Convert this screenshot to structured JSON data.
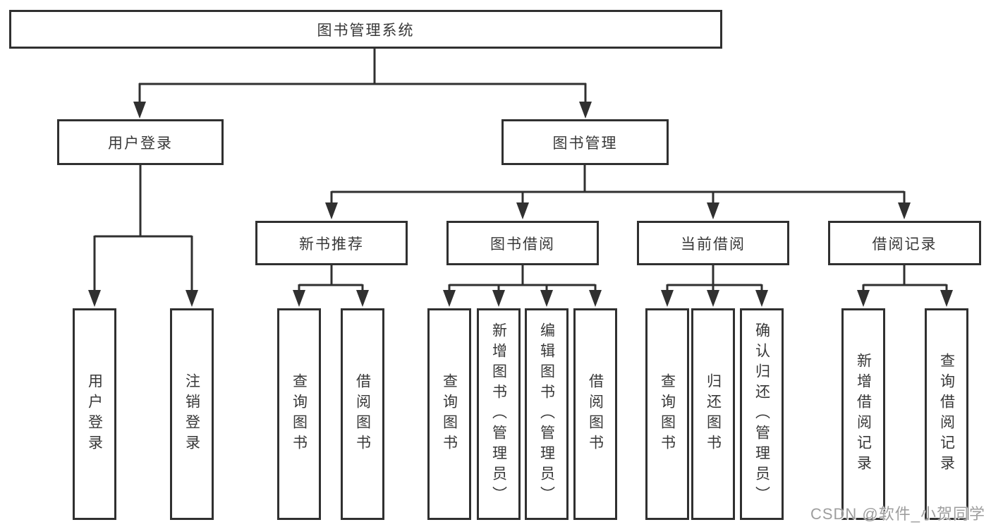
{
  "diagram": {
    "title": "图书管理系统",
    "root": {
      "label": "图书管理系统"
    },
    "level2": [
      {
        "label": "用户登录"
      },
      {
        "label": "图书管理"
      }
    ],
    "level3": [
      {
        "label": "新书推荐"
      },
      {
        "label": "图书借阅"
      },
      {
        "label": "当前借阅"
      },
      {
        "label": "借阅记录"
      }
    ],
    "leaves": [
      {
        "label": "用户登录",
        "parent": "用户登录"
      },
      {
        "label": "注销登录",
        "parent": "用户登录"
      },
      {
        "label": "查询图书",
        "parent": "新书推荐"
      },
      {
        "label": "借阅图书",
        "parent": "新书推荐"
      },
      {
        "label": "查询图书",
        "parent": "图书借阅"
      },
      {
        "label": "新增图书（管理员）",
        "parent": "图书借阅"
      },
      {
        "label": "编辑图书（管理员）",
        "parent": "图书借阅"
      },
      {
        "label": "借阅图书",
        "parent": "图书借阅"
      },
      {
        "label": "查询图书",
        "parent": "当前借阅"
      },
      {
        "label": "归还图书",
        "parent": "当前借阅"
      },
      {
        "label": "确认归还（管理员）",
        "parent": "当前借阅"
      },
      {
        "label": "新增借阅记录",
        "parent": "借阅记录"
      },
      {
        "label": "查询借阅记录",
        "parent": "借阅记录"
      }
    ]
  },
  "watermark": {
    "text": "CSDN @软件_小贺同学"
  },
  "colors": {
    "line": "#303030",
    "box_border": "#303030",
    "box_background": "#ffffff",
    "text": "#383838",
    "watermark": "#9e9e9e"
  }
}
